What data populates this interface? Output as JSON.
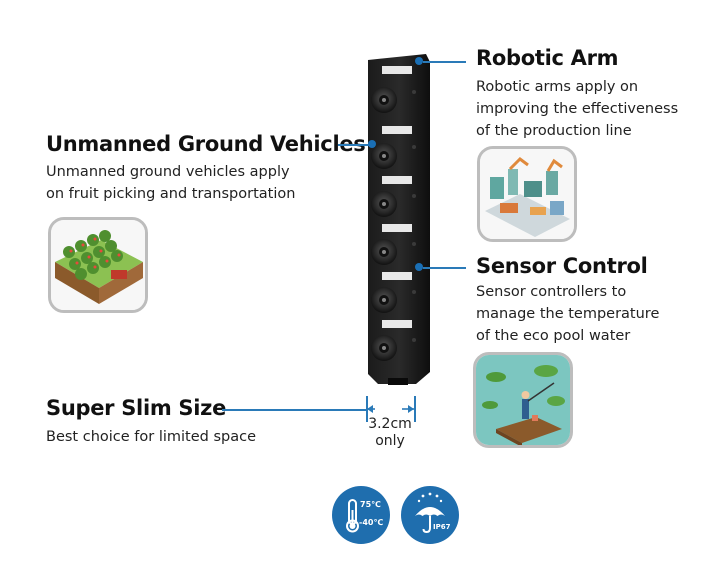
{
  "features": {
    "robotic_arm": {
      "title": "Robotic Arm",
      "lines": [
        "Robotic arms apply on",
        "improving the effectiveness",
        "of the production  line"
      ]
    },
    "ugv": {
      "title": "Unmanned Ground Vehicles",
      "lines": [
        "Unmanned ground vehicles apply",
        "on fruit picking and transportation"
      ]
    },
    "sensor": {
      "title": "Sensor Control",
      "lines": [
        "Sensor controllers to",
        "manage the temperature",
        "of the eco pool water"
      ]
    },
    "slim": {
      "title": "Super Slim Size",
      "lines": [
        "Best choice for limited space"
      ]
    }
  },
  "dimension": {
    "value": "3.2cm",
    "note": "only"
  },
  "badges": {
    "temperature": {
      "high": "75℃",
      "low": "-40℃",
      "icon": "thermometer-icon"
    },
    "waterproof": {
      "rating": "IP67",
      "icon": "umbrella-icon"
    }
  },
  "colors": {
    "accent": "#1f6eae",
    "line": "#2a7ab8",
    "device": "#141414"
  }
}
